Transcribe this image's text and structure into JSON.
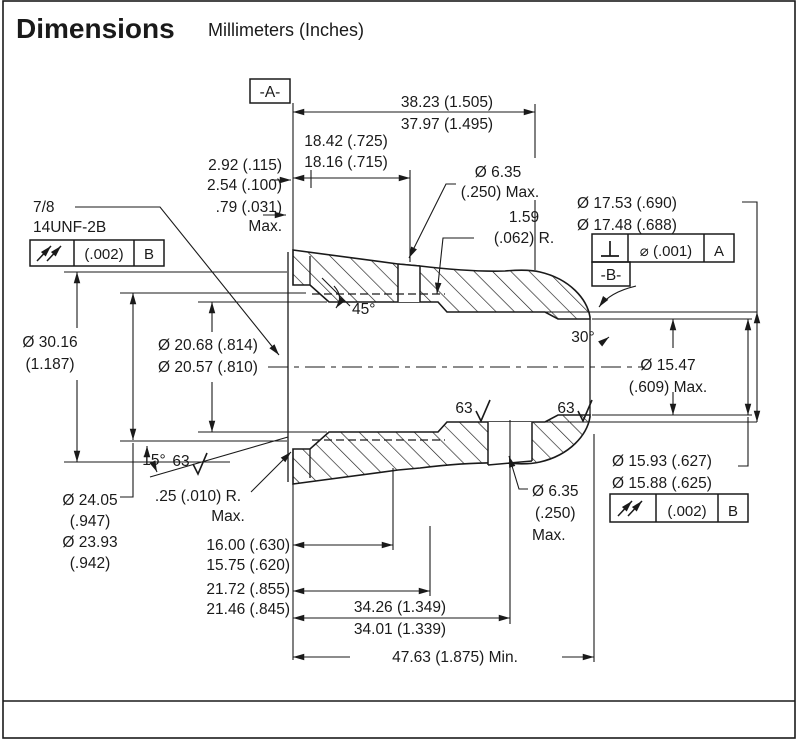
{
  "title": {
    "main": "Dimensions",
    "units": "Millimeters (Inches)"
  },
  "datums": {
    "a": "-A-",
    "b": "-B-"
  },
  "thread": {
    "size": "7/8",
    "spec": "14UNF-2B"
  },
  "fcf": {
    "left": {
      "symbol": "total-runout",
      "tol": "(.002)",
      "datum": "B"
    },
    "perp": {
      "symbol": "perpendicularity",
      "tol": "⌀ (.001)",
      "datum": "A"
    },
    "right": {
      "symbol": "total-runout",
      "tol": "(.002)",
      "datum": "B"
    }
  },
  "dims": {
    "overall_38": {
      "l1": "38.23 (1.505)",
      "l2": "37.97 (1.495)"
    },
    "hole_loc_18": {
      "l1": "18.42 (.725)",
      "l2": "18.16 (.715)"
    },
    "relief_292": {
      "l1": "2.92 (.115)",
      "l2": "2.54 (.100)"
    },
    "step_79": {
      "l1": ".79 (.031)",
      "l2": "Max."
    },
    "hole_top": {
      "l1": "Ø 6.35",
      "l2": "(.250) Max."
    },
    "rad_159": {
      "l1": "1.59",
      "l2": "(.062) R."
    },
    "bore_b_17": {
      "l1": "Ø 17.53 (.690)",
      "l2": "Ø 17.48 (.688)"
    },
    "od_3016": {
      "l1": "Ø 30.16",
      "l2": "(1.187)"
    },
    "bore_2068": {
      "l1": "Ø 20.68 (.814)",
      "l2": "Ø 20.57 (.810)"
    },
    "od_2405": {
      "l1": "Ø 24.05",
      "l2": "(.947)",
      "l3": "Ø 23.93",
      "l4": "(.942)"
    },
    "angle_45": "45°",
    "angle_30": "30°",
    "angle_15": "15°",
    "finish_63": "63",
    "bore_1547": {
      "l1": "Ø 15.47",
      "l2": "(.609) Max."
    },
    "rad_025": {
      "l1": ".25 (.010) R.",
      "l2": "Max."
    },
    "len_16": {
      "l1": "16.00 (.630)",
      "l2": "15.75 (.620)"
    },
    "len_2172": {
      "l1": "21.72 (.855)",
      "l2": "21.46 (.845)"
    },
    "len_3426": {
      "l1": "34.26 (1.349)",
      "l2": "34.01 (1.339)"
    },
    "len_4763": {
      "l1": "47.63 (1.875) Min."
    },
    "hole_bot": {
      "l1": "Ø 6.35",
      "l2": "(.250)",
      "l3": "Max."
    },
    "open_1593": {
      "l1": "Ø 15.93 (.627)",
      "l2": "Ø 15.88 (.625)"
    }
  }
}
